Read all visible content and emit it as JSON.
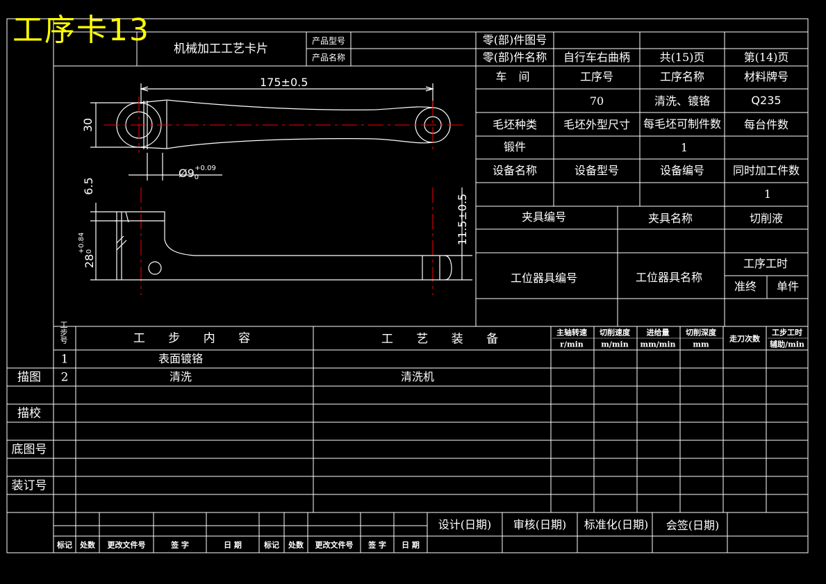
{
  "card": {
    "title": "工序卡13",
    "name": "机械加工工艺卡片",
    "product_model_label": "产品型号",
    "product_name_label": "产品名称",
    "part_drawing_no_label": "零(部)件图号",
    "part_name_label": "零(部)件名称",
    "part_name_value": "自行车右曲柄",
    "total_pages": "共(15)页",
    "page_no": "第(14)页"
  },
  "info": {
    "workshop_label": "车  间",
    "op_no_label": "工序号",
    "op_name_label": "工序名称",
    "material_label": "材料牌号",
    "op_no_value": "70",
    "op_name_value": "清洗、镀铬",
    "material_value": "Q235",
    "blank_type_label": "毛坯种类",
    "blank_size_label": "毛坯外型尺寸",
    "per_blank_label": "每毛坯可制件数",
    "per_unit_label": "每台件数",
    "blank_type_value": "锻件",
    "per_blank_value": "1",
    "equip_name_label": "设备名称",
    "equip_model_label": "设备型号",
    "equip_no_label": "设备编号",
    "simul_label": "同时加工件数",
    "simul_value": "1",
    "fixture_no_label": "夹具编号",
    "fixture_name_label": "夹具名称",
    "coolant_label": "切削液",
    "station_no_label": "工位器具编号",
    "station_name_label": "工位器具名称",
    "op_time_label": "工序工时",
    "prep_label": "准终",
    "unit_label": "单件"
  },
  "drawing": {
    "dim_length": "175±0.5",
    "dim_30": "30",
    "dim_hole": "Ø9",
    "dim_hole_sub": "0",
    "dim_hole_tol": "+0.09",
    "dim_65": "6.5",
    "dim_115": "11.5±0.5",
    "dim_28": "28",
    "dim_28_sub": "0",
    "dim_28_tol": "+0.84"
  },
  "steps_header": {
    "step_no": "工步号",
    "content": "工 步 内 容",
    "equipment": "工 艺 装 备",
    "spindle": "主轴转速",
    "spindle_unit": "r/min",
    "speed": "切削速度",
    "speed_unit": "m/min",
    "feed": "进给量",
    "feed_unit": "mm/min",
    "depth": "切削深度",
    "depth_unit": "mm",
    "passes": "走刀次数",
    "time": "工步工时",
    "time_sub": "辅助/min"
  },
  "steps": [
    {
      "no": "1",
      "content": "表面镀铬",
      "equipment": ""
    },
    {
      "no": "2",
      "content": "清洗",
      "equipment": "清洗机"
    }
  ],
  "side": {
    "trace": "描图",
    "trace_check": "描校",
    "base_no": "底图号",
    "binding_no": "装订号"
  },
  "footer": {
    "mark": "标记",
    "count": "处数",
    "doc": "更改文件号",
    "sign": "签  字",
    "date": "日  期",
    "mark2": "标记",
    "count2": "处数",
    "doc2": "更改文件号",
    "sign2": "签 字",
    "date2": "日 期",
    "design": "设计(日期)",
    "review": "审核(日期)",
    "standard": "标准化(日期)",
    "countersign": "会签(日期)"
  },
  "colors": {
    "background": "#000000",
    "lines": "#ffffff",
    "title": "#ffff00",
    "centerline": "#ff0000"
  }
}
